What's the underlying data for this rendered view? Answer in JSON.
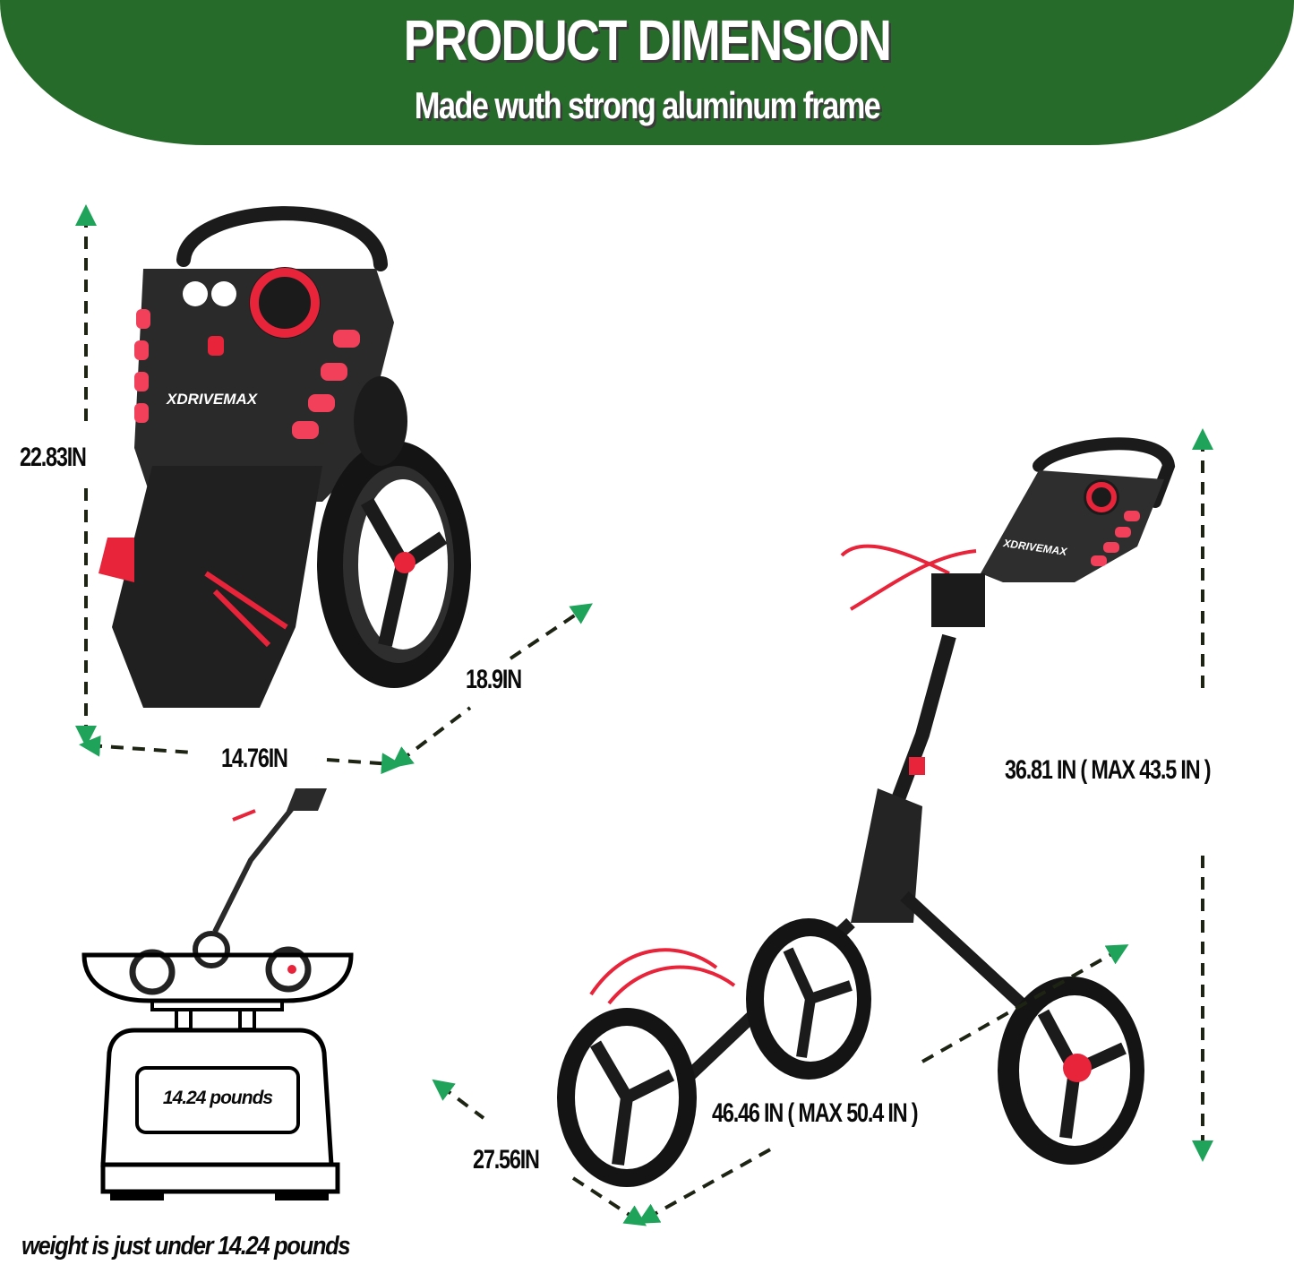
{
  "banner": {
    "title": "PRODUCT DIMENSION",
    "subtitle": "Made wuth strong aluminum frame",
    "color": "#276b2b"
  },
  "folded_cart": {
    "brand": "XDRIVEMAX",
    "height_label": "22.83IN",
    "width_label": "14.76IN",
    "depth_label": "18.9IN"
  },
  "open_cart": {
    "brand": "XDRIVEMAX",
    "height_label": "36.81 IN ( MAX 43.5 IN )",
    "length_label": "46.46 IN ( MAX 50.4 IN )",
    "width_label": "27.56IN"
  },
  "scale": {
    "display_value": "14.24 pounds",
    "caption": "weight is just under 14.24 pounds"
  },
  "colors": {
    "arrow_head": "#1fa35a",
    "dash": "#1e2414",
    "cart_black": "#1b1b1b",
    "accent_red": "#e8243a"
  }
}
